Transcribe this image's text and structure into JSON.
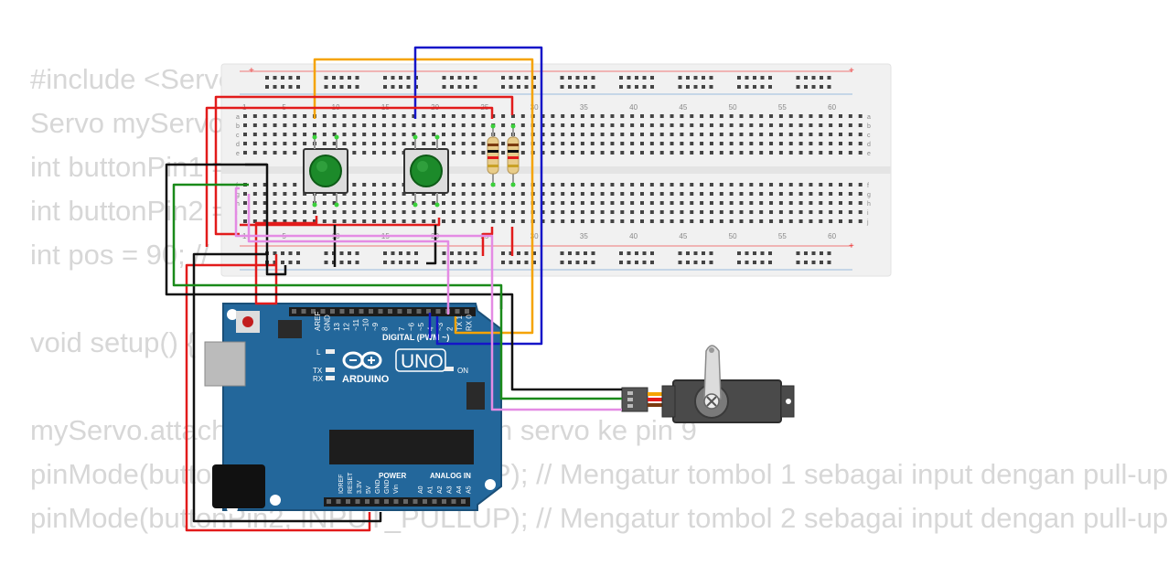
{
  "code_lines": [
    "#include <Servo.h>",
    "Servo myServo;",
    "int buttonPin1 = 2;",
    "int buttonPin2 = 3;",
    "int pos = 90; //",
    "",
    "void setup() {",
    "",
    "myServo.attach(9); // Menghubungkan servo ke pin 9",
    "pinMode(buttonPin1, INPUT_PULLUP); // Mengatur tombol 1 sebagai input dengan pull-up",
    "pinMode(buttonPin2, INPUT_PULLUP); // Mengatur tombol 2 sebagai input dengan pull-up"
  ],
  "breadboard": {
    "column_numbers_top": [
      "1",
      "5",
      "10",
      "15",
      "20",
      "25",
      "30",
      "35",
      "40",
      "45",
      "50",
      "55",
      "60"
    ],
    "column_numbers_bottom": [
      "1",
      "5",
      "10",
      "15",
      "20",
      "25",
      "30",
      "35",
      "40",
      "45",
      "50",
      "55",
      "60"
    ],
    "row_letters_top": [
      "a",
      "b",
      "c",
      "d",
      "e"
    ],
    "row_letters_bottom": [
      "f",
      "g",
      "h",
      "i",
      "j"
    ],
    "plus": "+",
    "minus": "−"
  },
  "arduino": {
    "brand": "ARDUINO",
    "model": "UNO",
    "digital_label": "DIGITAL (PWM ~)",
    "power_label": "POWER",
    "analog_label": "ANALOG IN",
    "on_label": "ON",
    "l_label": "L",
    "tx_label": "TX",
    "rx_label": "RX",
    "top_pins": [
      "AREF",
      "GND",
      "13",
      "12",
      "~11",
      "~10",
      "~9",
      "8",
      "7",
      "~6",
      "~5",
      "4",
      "~3",
      "2",
      "TX 1",
      "RX 0"
    ],
    "power_pins": [
      "IOREF",
      "RESET",
      "3.3V",
      "5V",
      "GND",
      "GND",
      "Vin"
    ],
    "analog_pins": [
      "A0",
      "A1",
      "A2",
      "A3",
      "A4",
      "A5"
    ]
  },
  "colors": {
    "arduino_board": "#23679b",
    "breadboard": "#f1f1f1",
    "button_cap": "#1c8a2a",
    "wire_red": "#e21b1b",
    "wire_black": "#111111",
    "wire_orange": "#f5a300",
    "wire_blue": "#1515c8",
    "wire_green": "#1a8a1a",
    "wire_pink": "#e48be4",
    "servo_body": "#4a4a4a"
  }
}
